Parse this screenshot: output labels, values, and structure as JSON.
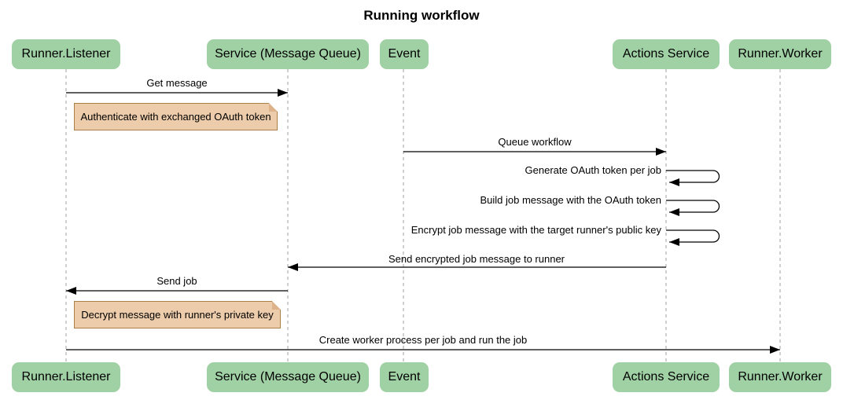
{
  "title": "Running workflow",
  "participants": [
    {
      "name": "Runner.Listener"
    },
    {
      "name": "Service (Message Queue)"
    },
    {
      "name": "Event"
    },
    {
      "name": "Actions Service"
    },
    {
      "name": "Runner.Worker"
    }
  ],
  "messages": [
    {
      "label": "Get message",
      "from": "Runner.Listener",
      "to": "Service (Message Queue)",
      "type": "arrow"
    },
    {
      "label": "Queue workflow",
      "from": "Event",
      "to": "Actions Service",
      "type": "arrow"
    },
    {
      "label": "Generate OAuth token per job",
      "from": "Actions Service",
      "to": "Actions Service",
      "type": "self"
    },
    {
      "label": "Build job message with the OAuth token",
      "from": "Actions Service",
      "to": "Actions Service",
      "type": "self"
    },
    {
      "label": "Encrypt job message with the target runner's public key",
      "from": "Actions Service",
      "to": "Actions Service",
      "type": "self"
    },
    {
      "label": "Send encrypted job message to runner",
      "from": "Actions Service",
      "to": "Service (Message Queue)",
      "type": "arrow"
    },
    {
      "label": "Send job",
      "from": "Service (Message Queue)",
      "to": "Runner.Listener",
      "type": "arrow"
    },
    {
      "label": "Create worker process per job and run the job",
      "from": "Runner.Listener",
      "to": "Runner.Worker",
      "type": "arrow"
    }
  ],
  "notes": [
    {
      "text": "Authenticate with exchanged OAuth token",
      "position": "right of Runner.Listener"
    },
    {
      "text": "Decrypt message with runner's private key",
      "position": "right of Runner.Listener"
    }
  ],
  "colors": {
    "actor_fill": "#a0d1a4",
    "note_fill": "#ecccaa",
    "note_border": "#aa8048",
    "lifeline": "#a0a0a0",
    "arrow": "#000000",
    "background": "#ffffff"
  }
}
